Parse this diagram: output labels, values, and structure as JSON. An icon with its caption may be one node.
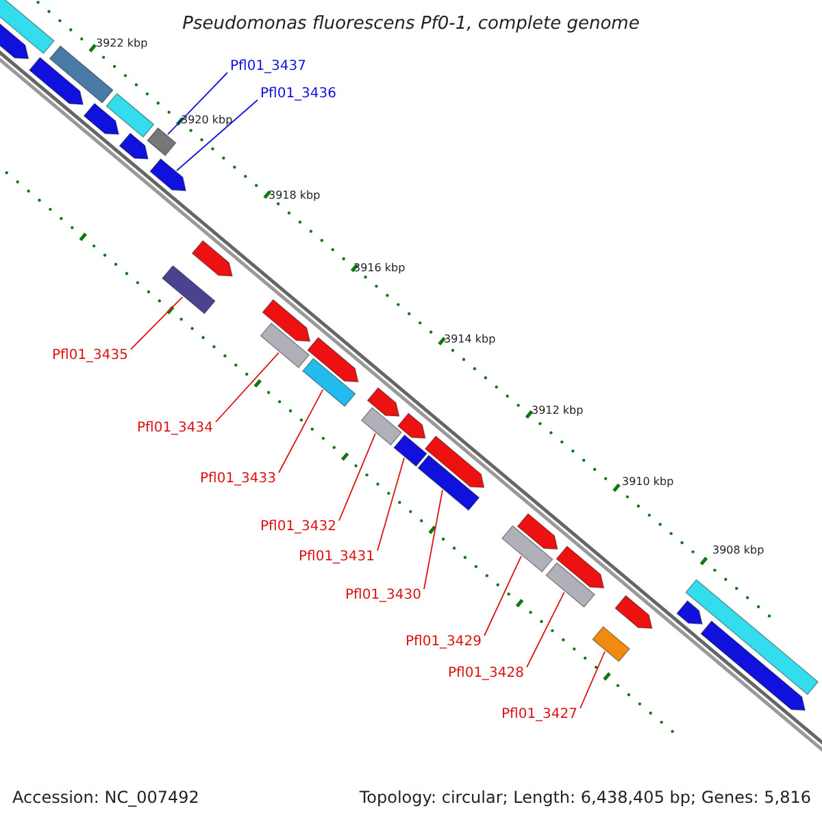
{
  "diagram": {
    "title": "Pseudomonas fluorescens Pf0-1, complete genome",
    "nodes": [
      {
        "text": [
          "Pfl01_3437"
        ]
      },
      {
        "text": [
          "Pfl01_3436"
        ]
      },
      {
        "text": [
          "Pfl01_3435"
        ]
      },
      {
        "text": [
          "Pfl01_3434"
        ]
      },
      {
        "text": [
          "Pfl01_3433"
        ]
      },
      {
        "text": [
          "Pfl01_3432"
        ]
      },
      {
        "text": [
          "Pfl01_3431"
        ]
      },
      {
        "text": [
          "Pfl01_3430"
        ]
      },
      {
        "text": [
          "Pfl01_3429"
        ]
      },
      {
        "text": [
          "Pfl01_3428"
        ]
      },
      {
        "text": [
          "Pfl01_3427"
        ]
      },
      {
        "text": [],
        "shape": "box"
      },
      {
        "text": [],
        "shape": "arrow"
      },
      {
        "text": [],
        "shape": "box"
      },
      {
        "text": [],
        "shape": "arrow"
      },
      {
        "text": [],
        "shape": "box"
      },
      {
        "text": [],
        "shape": "arrow"
      },
      {
        "text": [],
        "shape": "box"
      },
      {
        "text": [],
        "shape": "arrow"
      },
      {
        "text": [],
        "shape": "arrow"
      },
      {
        "text": [],
        "shape": "box"
      },
      {
        "text": [],
        "shape": "arrow"
      },
      {
        "text": [],
        "shape": "arrow"
      },
      {
        "text": [],
        "shape": "box"
      },
      {
        "text": [],
        "shape": "arrow"
      },
      {
        "text": [],
        "shape": "box"
      },
      {
        "text": [],
        "shape": "arrow"
      },
      {
        "text": [],
        "shape": "box"
      },
      {
        "text": [],
        "shape": "arrow"
      },
      {
        "text": [],
        "shape": "box"
      },
      {
        "text": [],
        "shape": "arrow"
      },
      {
        "text": [],
        "shape": "box"
      },
      {
        "text": [],
        "shape": "arrow"
      },
      {
        "text": [],
        "shape": "box"
      },
      {
        "text": [],
        "shape": "arrow"
      },
      {
        "text": [],
        "shape": "box"
      },
      {
        "text": [],
        "shape": "arrow"
      },
      {
        "text": [],
        "shape": "box"
      },
      {
        "text": [],
        "shape": "arrow"
      },
      {
        "text": [],
        "shape": "box"
      },
      {
        "text": [],
        "shape": "arrow"
      }
    ],
    "edges": [
      {
        "from": 0,
        "to": 17,
        "arrow": "none",
        "color": "#1111dd"
      },
      {
        "from": 1,
        "to": 19,
        "arrow": "none",
        "color": "#1111dd"
      },
      {
        "from": 2,
        "to": 20,
        "arrow": "none"
      },
      {
        "from": 3,
        "to": 23,
        "arrow": "none"
      },
      {
        "from": 4,
        "to": 25,
        "arrow": "none"
      },
      {
        "from": 5,
        "to": 27,
        "arrow": "none"
      },
      {
        "from": 6,
        "to": 29,
        "arrow": "none"
      },
      {
        "from": 7,
        "to": 31,
        "arrow": "none"
      },
      {
        "from": 8,
        "to": 33,
        "arrow": "none"
      },
      {
        "from": 9,
        "to": 35,
        "arrow": "none"
      },
      {
        "from": 10,
        "to": 37,
        "arrow": "none"
      }
    ],
    "labels": [
      "3922 kbp",
      "3920 kbp",
      "3918 kbp",
      "3916 kbp",
      "3914 kbp",
      "3912 kbp",
      "3910 kbp",
      "3908 kbp",
      "Accession: NC_007492",
      "Topology: circular; Length: 6,438,405 bp; Genes: 5,816"
    ]
  }
}
